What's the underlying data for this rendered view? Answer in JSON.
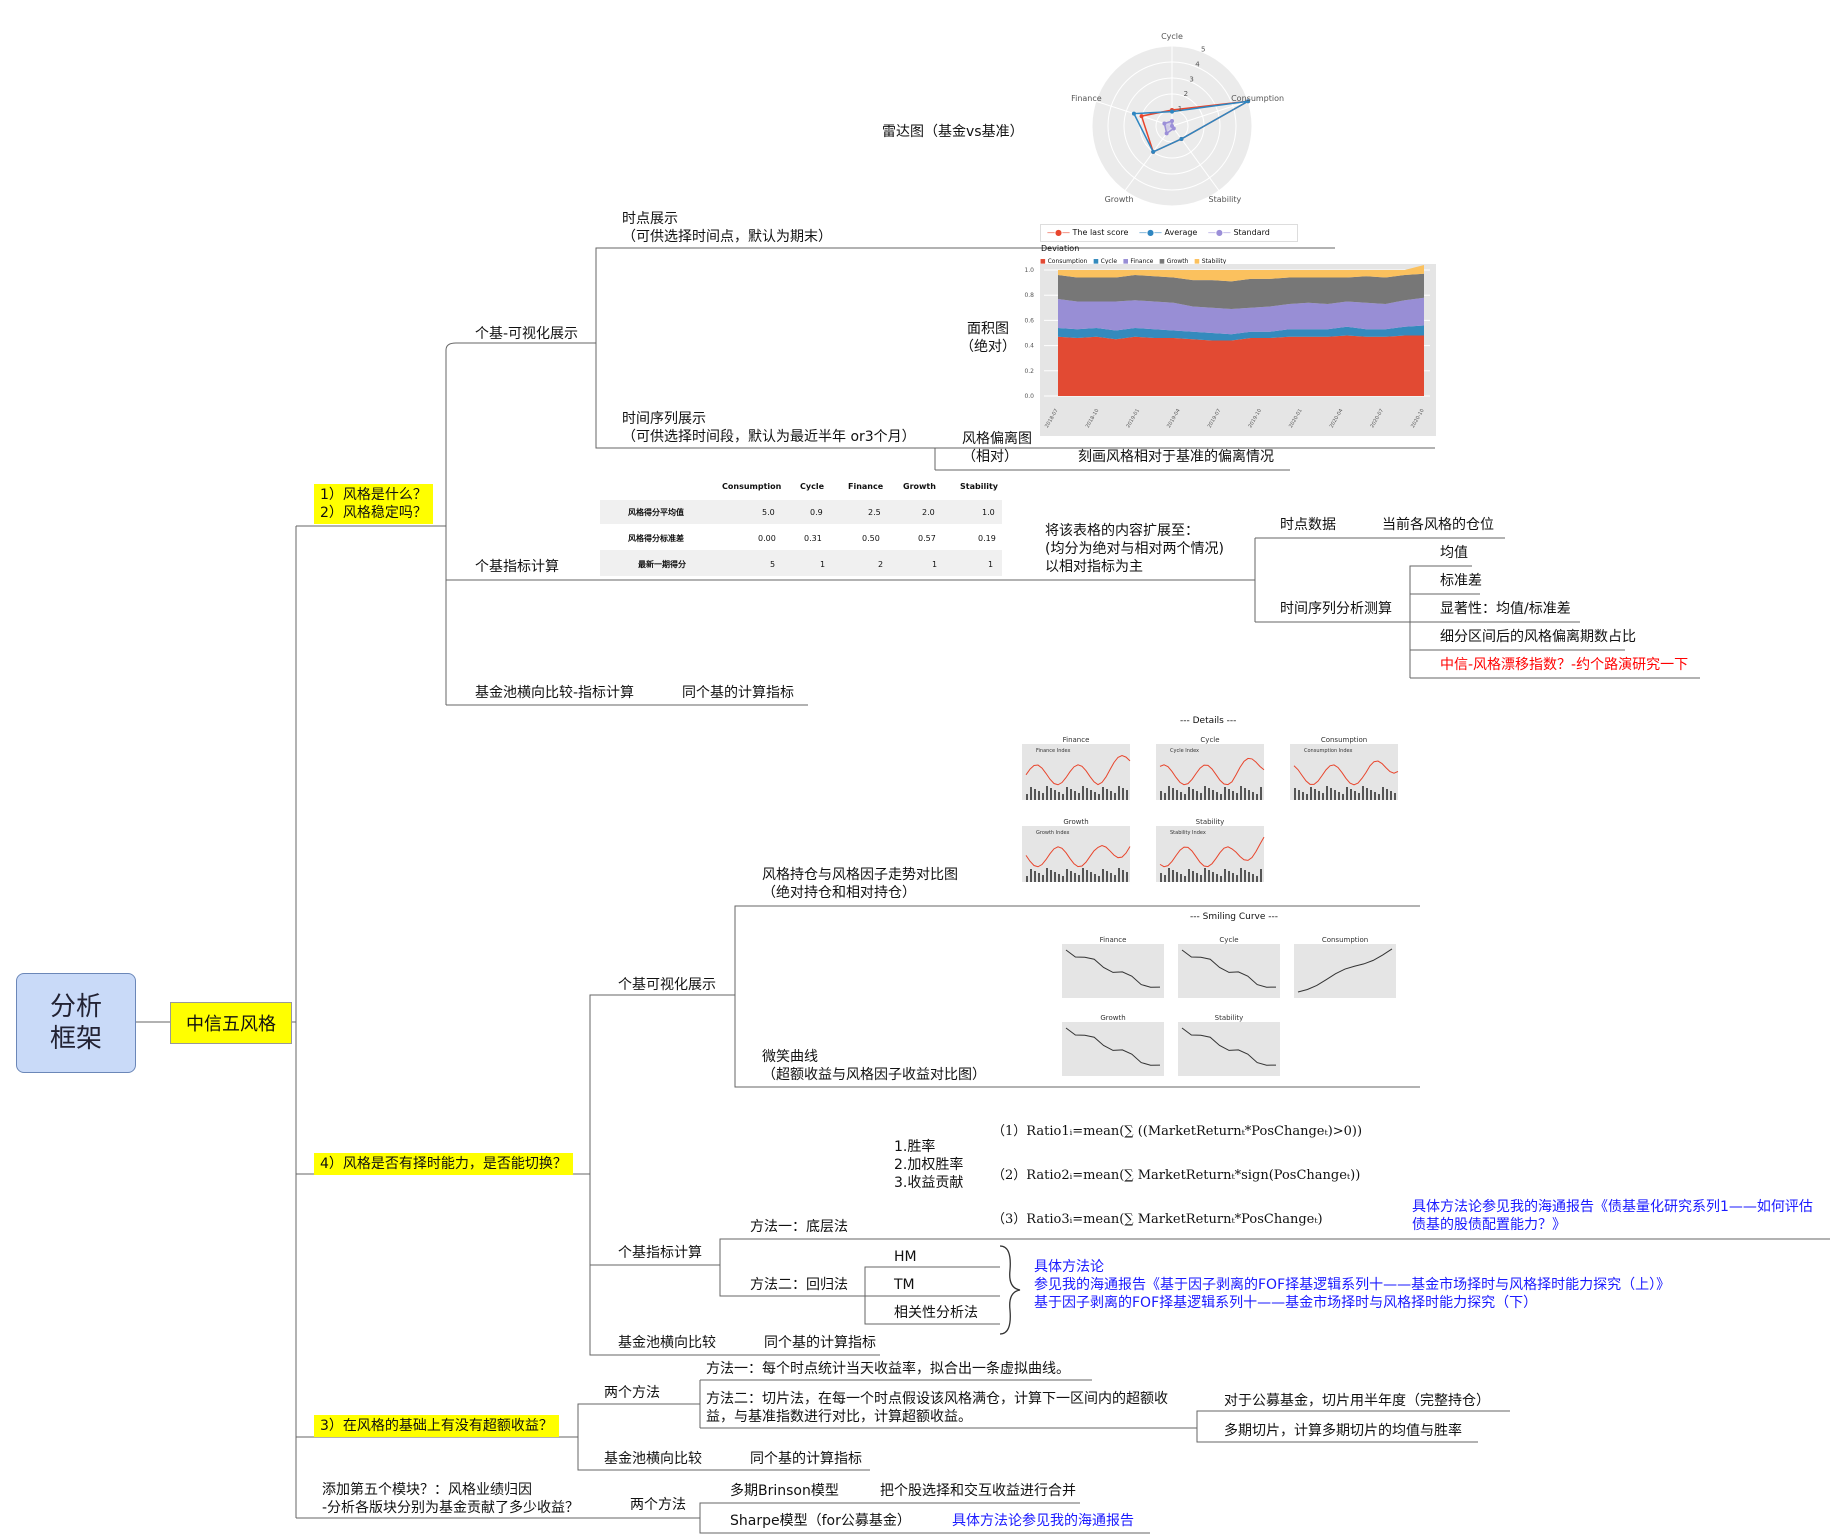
{
  "root": {
    "label": "分析\n框架"
  },
  "level1": {
    "label": "中信五风格"
  },
  "q1": {
    "label": "1）风格是什么？\n2）风格稳定吗？"
  },
  "q4": {
    "label": "4）风格是否有择时能力，是否能切换？"
  },
  "q3": {
    "label": "3）在风格的基础上有没有超额收益？"
  },
  "q5": {
    "label": "添加第五个模块？：风格业绩归因\n-分析各版块分别为基金贡献了多少收益？"
  },
  "s1": {
    "vis": "个基-可视化展示",
    "point": "时点展示\n（可供选择时间点，默认为期末）",
    "radar_title": "雷达图（基金vs基准）",
    "series": "时间序列展示\n（可供选择时间段，默认为最近半年 or3个月）",
    "area_title": "面积图\n（绝对）",
    "dev_title": "风格偏离图\n（相对）",
    "dev_desc": "刻画风格相对于基准的偏离情况",
    "calc": "个基指标计算",
    "expand": "将该表格的内容扩展至：\n(均分为绝对与相对两个情况)\n以相对指标为主",
    "point_data": "时点数据",
    "point_data_desc": "当前各风格的仓位",
    "ts_analysis": "时间序列分析测算",
    "ts_items": [
      "均值",
      "标准差",
      "显著性：均值/标准差",
      "细分区间后的风格偏离期数占比"
    ],
    "ts_red": "中信-风格漂移指数？-约个路演研究一下",
    "pool": "基金池横向比较-指标计算",
    "pool_desc": "同个基的计算指标"
  },
  "radar": {
    "axes": [
      "Cycle",
      "Consumption",
      "Stability",
      "Growth",
      "Finance"
    ],
    "ticks": [
      "1",
      "2",
      "3",
      "4",
      "5"
    ],
    "legend": [
      "The last score",
      "Average",
      "Standard Deviation"
    ],
    "last_score": [
      1,
      5,
      1,
      2,
      2
    ],
    "average": [
      0.9,
      5.0,
      1.0,
      2.0,
      2.5
    ],
    "std": [
      0.31,
      0.0,
      0.19,
      0.57,
      0.5
    ],
    "colors": [
      "#e8452c",
      "#2e86c1",
      "#9b8fd8"
    ]
  },
  "area": {
    "legend": [
      "Consumption",
      "Cycle",
      "Finance",
      "Growth",
      "Stability"
    ],
    "colors": [
      "#e24a33",
      "#348abd",
      "#988ed5",
      "#777777",
      "#fbc15e"
    ],
    "yticks": [
      "0.0",
      "0.2",
      "0.4",
      "0.6",
      "0.8",
      "1.0"
    ],
    "xticks": [
      "2018-07",
      "2018-10",
      "2019-01",
      "2019-04",
      "2019-07",
      "2019-10",
      "2020-01",
      "2020-04",
      "2020-07",
      "2020-10"
    ],
    "consumption": [
      0.47,
      0.46,
      0.47,
      0.45,
      0.47,
      0.46,
      0.46,
      0.45,
      0.44,
      0.44,
      0.46,
      0.46,
      0.47,
      0.47,
      0.47,
      0.48,
      0.47,
      0.47,
      0.48,
      0.48
    ],
    "cycle": [
      0.07,
      0.07,
      0.07,
      0.07,
      0.07,
      0.07,
      0.06,
      0.06,
      0.06,
      0.05,
      0.05,
      0.05,
      0.06,
      0.06,
      0.06,
      0.07,
      0.06,
      0.06,
      0.07,
      0.08
    ],
    "finance": [
      0.23,
      0.22,
      0.21,
      0.23,
      0.22,
      0.22,
      0.22,
      0.2,
      0.2,
      0.2,
      0.19,
      0.2,
      0.2,
      0.21,
      0.2,
      0.2,
      0.21,
      0.2,
      0.21,
      0.22
    ],
    "growth": [
      0.19,
      0.19,
      0.19,
      0.19,
      0.2,
      0.2,
      0.2,
      0.21,
      0.22,
      0.22,
      0.23,
      0.22,
      0.21,
      0.2,
      0.21,
      0.19,
      0.21,
      0.21,
      0.2,
      0.19
    ],
    "stability": [
      0.04,
      0.06,
      0.06,
      0.06,
      0.04,
      0.05,
      0.06,
      0.08,
      0.08,
      0.09,
      0.07,
      0.07,
      0.06,
      0.06,
      0.06,
      0.06,
      0.05,
      0.06,
      0.04,
      0.07
    ]
  },
  "table": {
    "headers": [
      "Consumption",
      "Cycle",
      "Finance",
      "Growth",
      "Stability"
    ],
    "rows": [
      {
        "label": "风格得分平均值",
        "values": [
          "5.0",
          "0.9",
          "2.5",
          "2.0",
          "1.0"
        ]
      },
      {
        "label": "风格得分标准差",
        "values": [
          "0.00",
          "0.31",
          "0.50",
          "0.57",
          "0.19"
        ]
      },
      {
        "label": "最新一期得分",
        "values": [
          "5",
          "1",
          "2",
          "1",
          "1"
        ]
      }
    ]
  },
  "s4": {
    "vis": "个基可视化展示",
    "compare": "风格持仓与风格因子走势对比图\n（绝对持仓和相对持仓）",
    "details_title": "--- Details ---",
    "details_panels": [
      "Finance",
      "Cycle",
      "Consumption",
      "Growth",
      "Stability"
    ],
    "details_legends": [
      "Finance Index",
      "Cycle Index",
      "Consumption Index",
      "Growth Index",
      "Stability Index"
    ],
    "smile": "微笑曲线\n（超额收益与风格因子收益对比图）",
    "smile_title": "--- Smiling Curve ---",
    "smile_panels": [
      "Finance",
      "Cycle",
      "Consumption",
      "Growth",
      "Stability"
    ],
    "calc": "个基指标计算",
    "m1": "方法一：底层法",
    "m1_items": "1.胜率\n2.加权胜率\n3.收益贡献",
    "f1": "（1）Ratio1ᵢ=mean(∑ ((MarketReturnₜ*PosChangeₜ)>0))",
    "f2": "（2）Ratio2ᵢ=mean(∑ MarketReturnₜ*sign(PosChangeₜ))",
    "f3": "（3）Ratio3ᵢ=mean(∑ MarketReturnₜ*PosChangeₜ)",
    "m1_ref": "具体方法论参见我的海通报告《债基量化研究系列1——如何评估\n债基的股债配置能力？》",
    "m2": "方法二：回归法",
    "m2_items": [
      "HM",
      "TM",
      "相关性分析法"
    ],
    "m2_ref": "具体方法论\n参见我的海通报告《基于因子剥离的FOF择基逻辑系列十——基金市场择时与风格择时能力探究（上）》\n基于因子剥离的FOF择基逻辑系列十——基金市场择时与风格择时能力探究（下）",
    "pool": "基金池横向比较",
    "pool_desc": "同个基的计算指标"
  },
  "s3": {
    "two": "两个方法",
    "a1": "方法一：每个时点统计当天收益率，拟合出一条虚拟曲线。",
    "a2": "方法二：切片法，在每一个时点假设该风格满仓，计算下一区间内的超额收\n益，与基准指数进行对比，计算超额收益。",
    "a2_items": [
      "对于公募基金，切片用半年度（完整持仓）",
      "多期切片，计算多期切片的均值与胜率"
    ],
    "pool": "基金池横向比较",
    "pool_desc": "同个基的计算指标"
  },
  "s5": {
    "two": "两个方法",
    "b1": "多期Brinson模型",
    "b1_desc": "把个股选择和交互收益进行合并",
    "b2": "Sharpe模型（for公募基金）",
    "b2_desc": "具体方法论参见我的海通报告"
  }
}
